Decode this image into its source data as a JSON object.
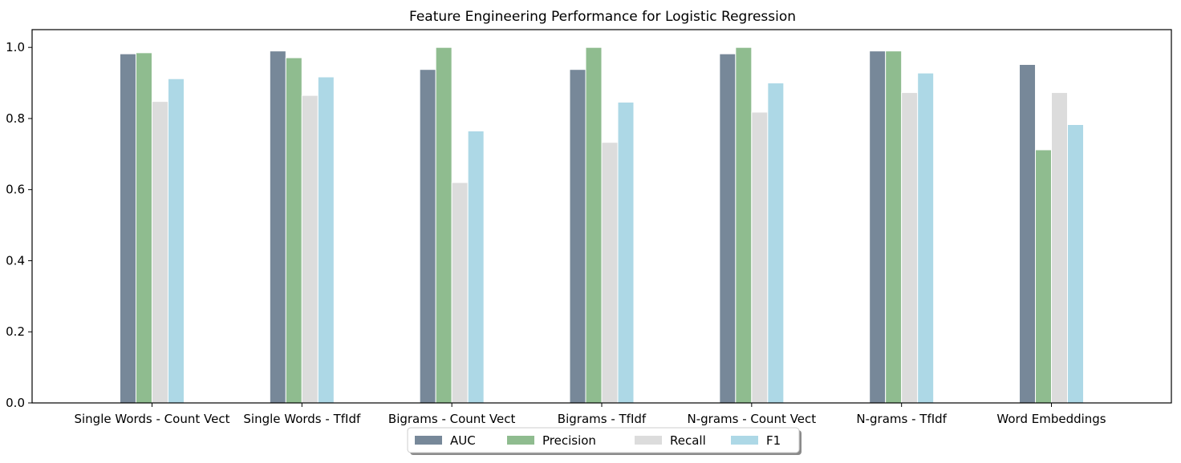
{
  "chart_data": {
    "type": "bar",
    "title": "Feature Engineering Performance for Logistic Regression",
    "xlabel": "",
    "ylabel": "",
    "ylim": [
      0,
      1.05
    ],
    "yticks": [
      0.0,
      0.2,
      0.4,
      0.6,
      0.8,
      1.0
    ],
    "ytick_labels": [
      "0.0",
      "0.2",
      "0.4",
      "0.6",
      "0.8",
      "1.0"
    ],
    "grid": false,
    "legend_position": "bottom-center",
    "categories": [
      "Single Words - Count Vect",
      "Single Words - TfIdf",
      "Bigrams - Count Vect",
      "Bigrams - TfIdf",
      "N-grams - Count Vect",
      "N-grams - TfIdf",
      "Word Embeddings"
    ],
    "series": [
      {
        "name": "AUC",
        "color": "#778899",
        "values": [
          0.982,
          0.99,
          0.938,
          0.938,
          0.982,
          0.99,
          0.952
        ]
      },
      {
        "name": "Precision",
        "color": "#8fbc8f",
        "values": [
          0.985,
          0.971,
          1.0,
          1.0,
          1.0,
          0.99,
          0.712
        ]
      },
      {
        "name": "Recall",
        "color": "#dcdcdc",
        "values": [
          0.848,
          0.865,
          0.62,
          0.733,
          0.818,
          0.873,
          0.873
        ]
      },
      {
        "name": "F1",
        "color": "#add8e6",
        "values": [
          0.912,
          0.917,
          0.765,
          0.846,
          0.9,
          0.928,
          0.783
        ]
      }
    ]
  }
}
